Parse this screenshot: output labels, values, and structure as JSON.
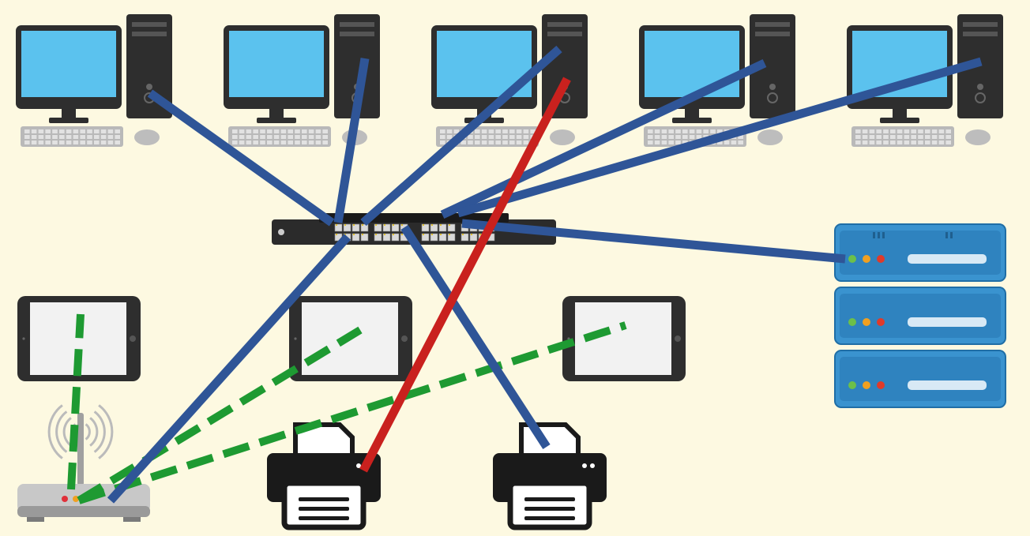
{
  "diagram": {
    "background": "#fdf9e1",
    "colors": {
      "wired_link": "#2f5597",
      "highlight_link": "#c9211e",
      "wireless_link": "#1e9a32",
      "monitor_screen": "#5bc2ee",
      "device_body": "#2e2e2e",
      "tablet_screen": "#f2f2f2",
      "server_blue": "#3a93cf",
      "router_body": "#c8c8c8"
    },
    "nodes": [
      {
        "id": "pc1",
        "kind": "desktop-computer"
      },
      {
        "id": "pc2",
        "kind": "desktop-computer"
      },
      {
        "id": "pc3",
        "kind": "desktop-computer"
      },
      {
        "id": "pc4",
        "kind": "desktop-computer"
      },
      {
        "id": "pc5",
        "kind": "desktop-computer"
      },
      {
        "id": "switch",
        "kind": "network-switch"
      },
      {
        "id": "server",
        "kind": "rack-server"
      },
      {
        "id": "tablet1",
        "kind": "tablet"
      },
      {
        "id": "tablet2",
        "kind": "tablet"
      },
      {
        "id": "tablet3",
        "kind": "tablet"
      },
      {
        "id": "router",
        "kind": "wireless-router"
      },
      {
        "id": "printer1",
        "kind": "printer"
      },
      {
        "id": "printer2",
        "kind": "printer"
      }
    ],
    "links": [
      {
        "from": "pc1",
        "to": "switch",
        "type": "wired"
      },
      {
        "from": "pc2",
        "to": "switch",
        "type": "wired"
      },
      {
        "from": "pc3",
        "to": "switch",
        "type": "wired"
      },
      {
        "from": "pc4",
        "to": "switch",
        "type": "wired"
      },
      {
        "from": "pc5",
        "to": "switch",
        "type": "wired"
      },
      {
        "from": "switch",
        "to": "server",
        "type": "wired"
      },
      {
        "from": "switch",
        "to": "router",
        "type": "wired"
      },
      {
        "from": "switch",
        "to": "printer2",
        "type": "wired"
      },
      {
        "from": "pc3",
        "to": "printer1",
        "type": "highlight"
      },
      {
        "from": "router",
        "to": "tablet1",
        "type": "wireless"
      },
      {
        "from": "router",
        "to": "tablet2",
        "type": "wireless"
      },
      {
        "from": "router",
        "to": "tablet3",
        "type": "wireless"
      }
    ]
  }
}
